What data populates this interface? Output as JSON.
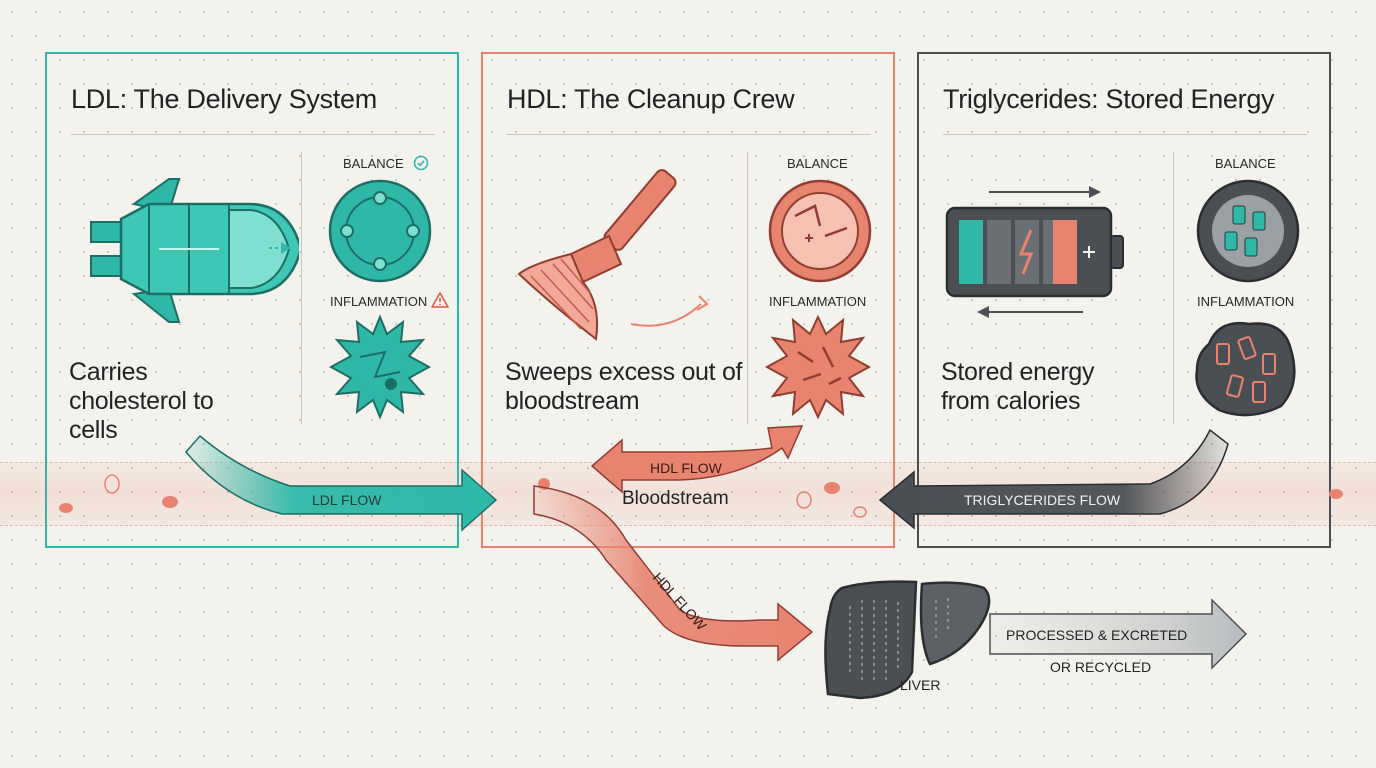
{
  "ldl": {
    "title": "LDL: The Delivery System",
    "description": "Carries cholesterol to cells",
    "balance_label": "BALANCE",
    "inflammation_label": "INFLAMMATION",
    "flow_label": "LDL FLOW",
    "color": "#2fb8a8"
  },
  "hdl": {
    "title": "HDL: The Cleanup Crew",
    "description": "Sweeps excess out of bloodstream",
    "balance_label": "BALANCE",
    "inflammation_label": "INFLAMMATION",
    "flow_label_upper": "HDL FLOW",
    "flow_label_lower": "HDL FLOW",
    "color": "#e8836f"
  },
  "triglycerides": {
    "title": "Triglycerides: Stored Energy",
    "description": "Stored energy from calories",
    "balance_label": "BALANCE",
    "inflammation_label": "INFLAMMATION",
    "flow_label": "TRIGLYCERIDES FLOW",
    "color": "#4b4f54"
  },
  "bloodstream": {
    "label": "Bloodstream"
  },
  "liver": {
    "label": "LIVER",
    "output_line1": "PROCESSED & EXCRETED",
    "output_line2": "OR RECYCLED"
  }
}
